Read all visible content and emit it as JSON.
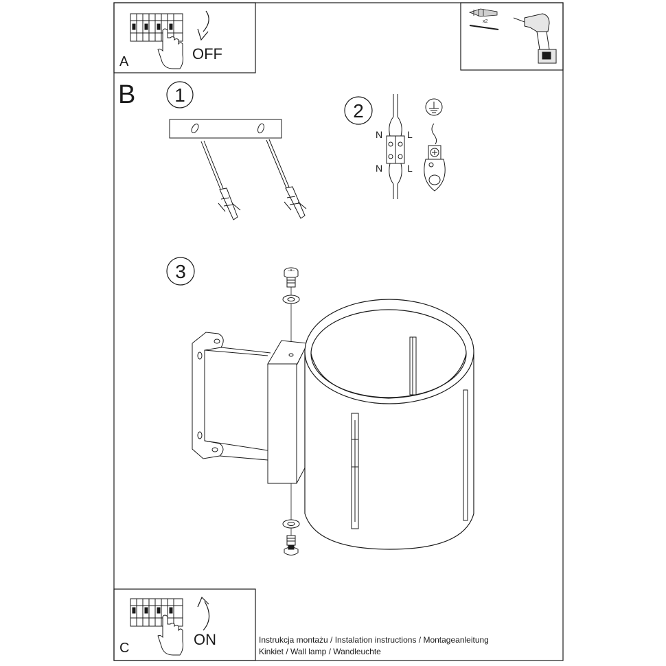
{
  "sections": {
    "a_label": "A",
    "a_switch_label": "OFF",
    "b_label": "B",
    "c_label": "C",
    "c_switch_label": "ON"
  },
  "steps": [
    "1",
    "2",
    "3"
  ],
  "wiring": {
    "top_left": "N",
    "top_right": "L",
    "bottom_left": "N",
    "bottom_right": "L"
  },
  "tools": {
    "anchor_count": "x2"
  },
  "caption": {
    "line1": "Instrukcja montażu / Instalation instructions / Montageanleitung",
    "line2": "Kinkiet  / Wall lamp / Wandleuchte"
  },
  "colors": {
    "ink": "#1a1a1a",
    "paper": "#ffffff",
    "shade": "#cfcfcf"
  }
}
